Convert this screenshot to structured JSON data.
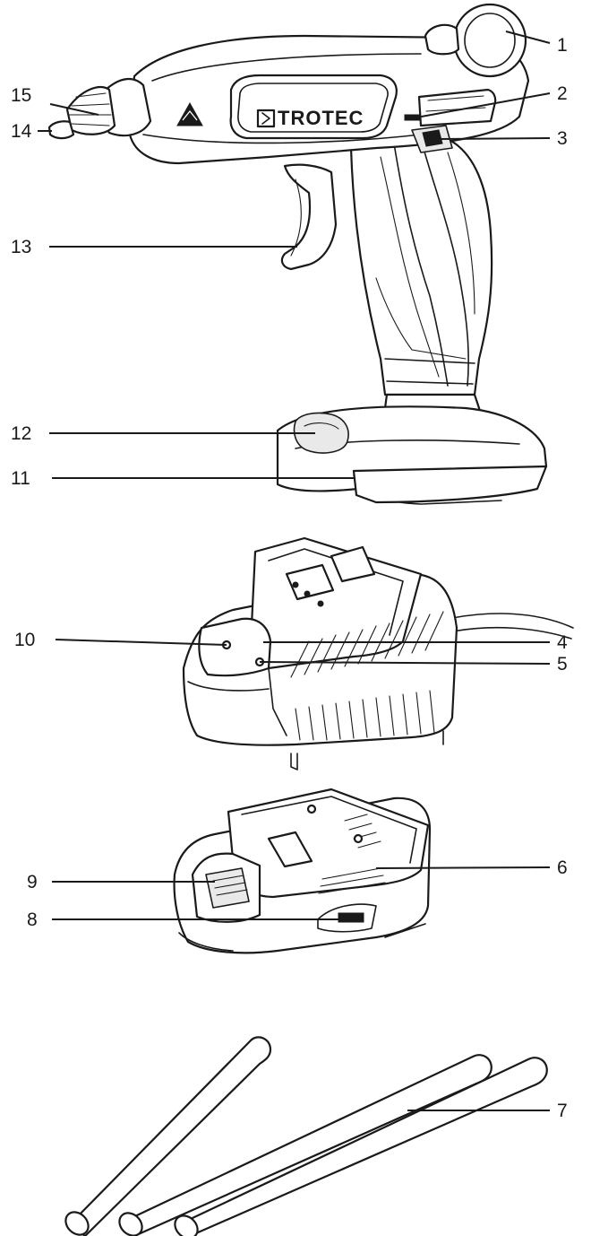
{
  "brand": {
    "logo_text": "TROTEC"
  },
  "callouts": [
    {
      "id": "1",
      "number": "1"
    },
    {
      "id": "2",
      "number": "2"
    },
    {
      "id": "3",
      "number": "3"
    },
    {
      "id": "4",
      "number": "4"
    },
    {
      "id": "5",
      "number": "5"
    },
    {
      "id": "6",
      "number": "6"
    },
    {
      "id": "7",
      "number": "7"
    },
    {
      "id": "8",
      "number": "8"
    },
    {
      "id": "9",
      "number": "9"
    },
    {
      "id": "10",
      "number": "10"
    },
    {
      "id": "11",
      "number": "11"
    },
    {
      "id": "12",
      "number": "12"
    },
    {
      "id": "13",
      "number": "13"
    },
    {
      "id": "14",
      "number": "14"
    },
    {
      "id": "15",
      "number": "15"
    }
  ]
}
